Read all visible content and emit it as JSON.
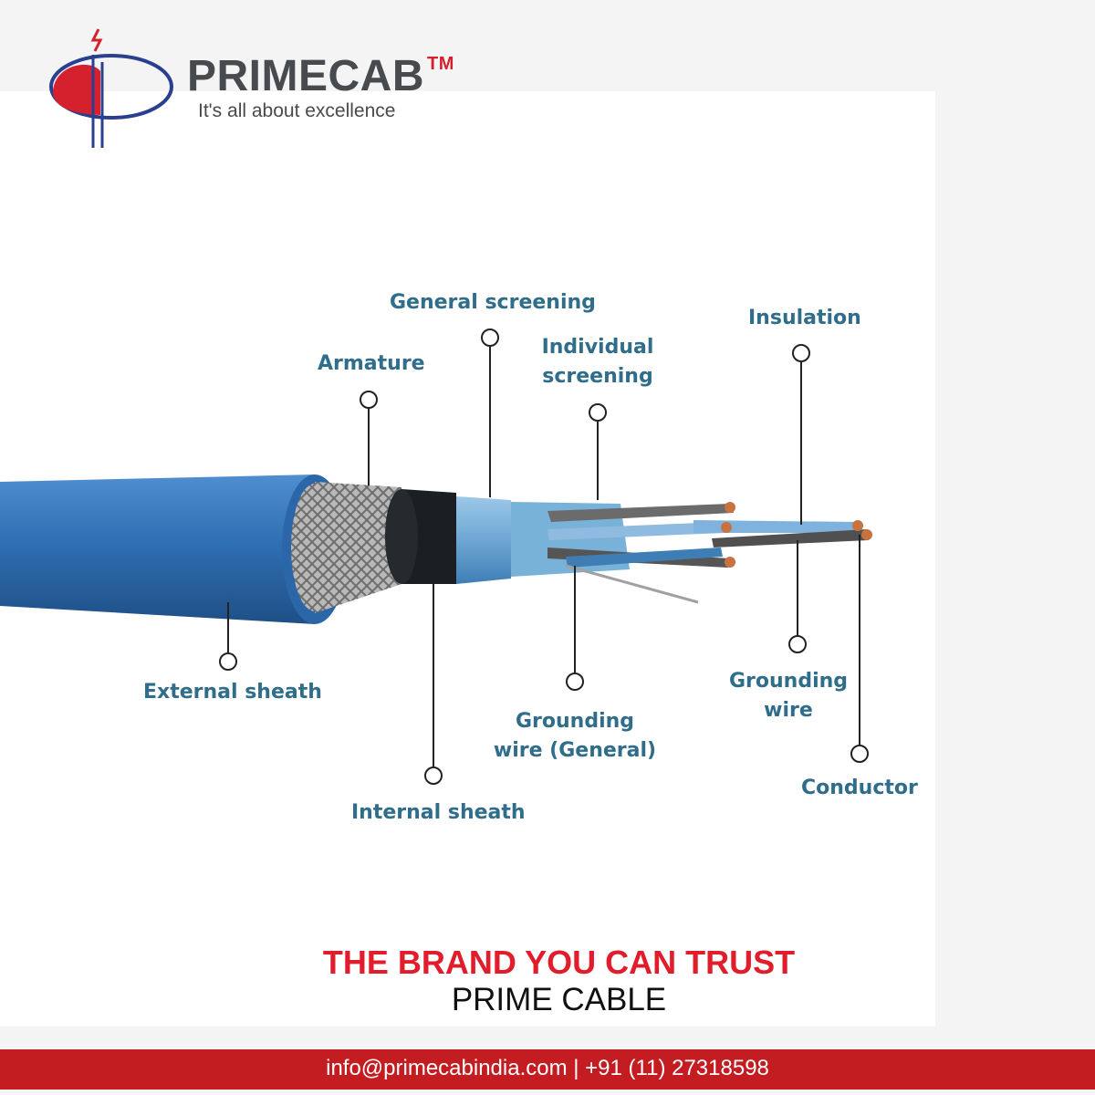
{
  "brand": {
    "name": "PRIMECAB",
    "trademark": "TM",
    "tagline": "It's all about excellence"
  },
  "diagram": {
    "labels": {
      "general_screening": "General screening",
      "armature": "Armature",
      "individual_screening": "Individual screening",
      "insulation": "Insulation",
      "external_sheath": "External sheath",
      "grounding_wire_general": "Grounding wire (General)",
      "grounding_wire": "Grounding wire",
      "internal_sheath": "Internal sheath",
      "conductor": "Conductor"
    }
  },
  "slogan": {
    "headline": "THE BRAND YOU CAN TRUST",
    "subline": "PRIME CABLE"
  },
  "footer": {
    "contact": "info@primecabindia.com | +91 (11) 27318598"
  },
  "colors": {
    "brand_red": "#d5202e",
    "cable_blue": "#2f6fb3",
    "label_teal": "#2f6d8a",
    "footer_red": "#c31c21"
  }
}
